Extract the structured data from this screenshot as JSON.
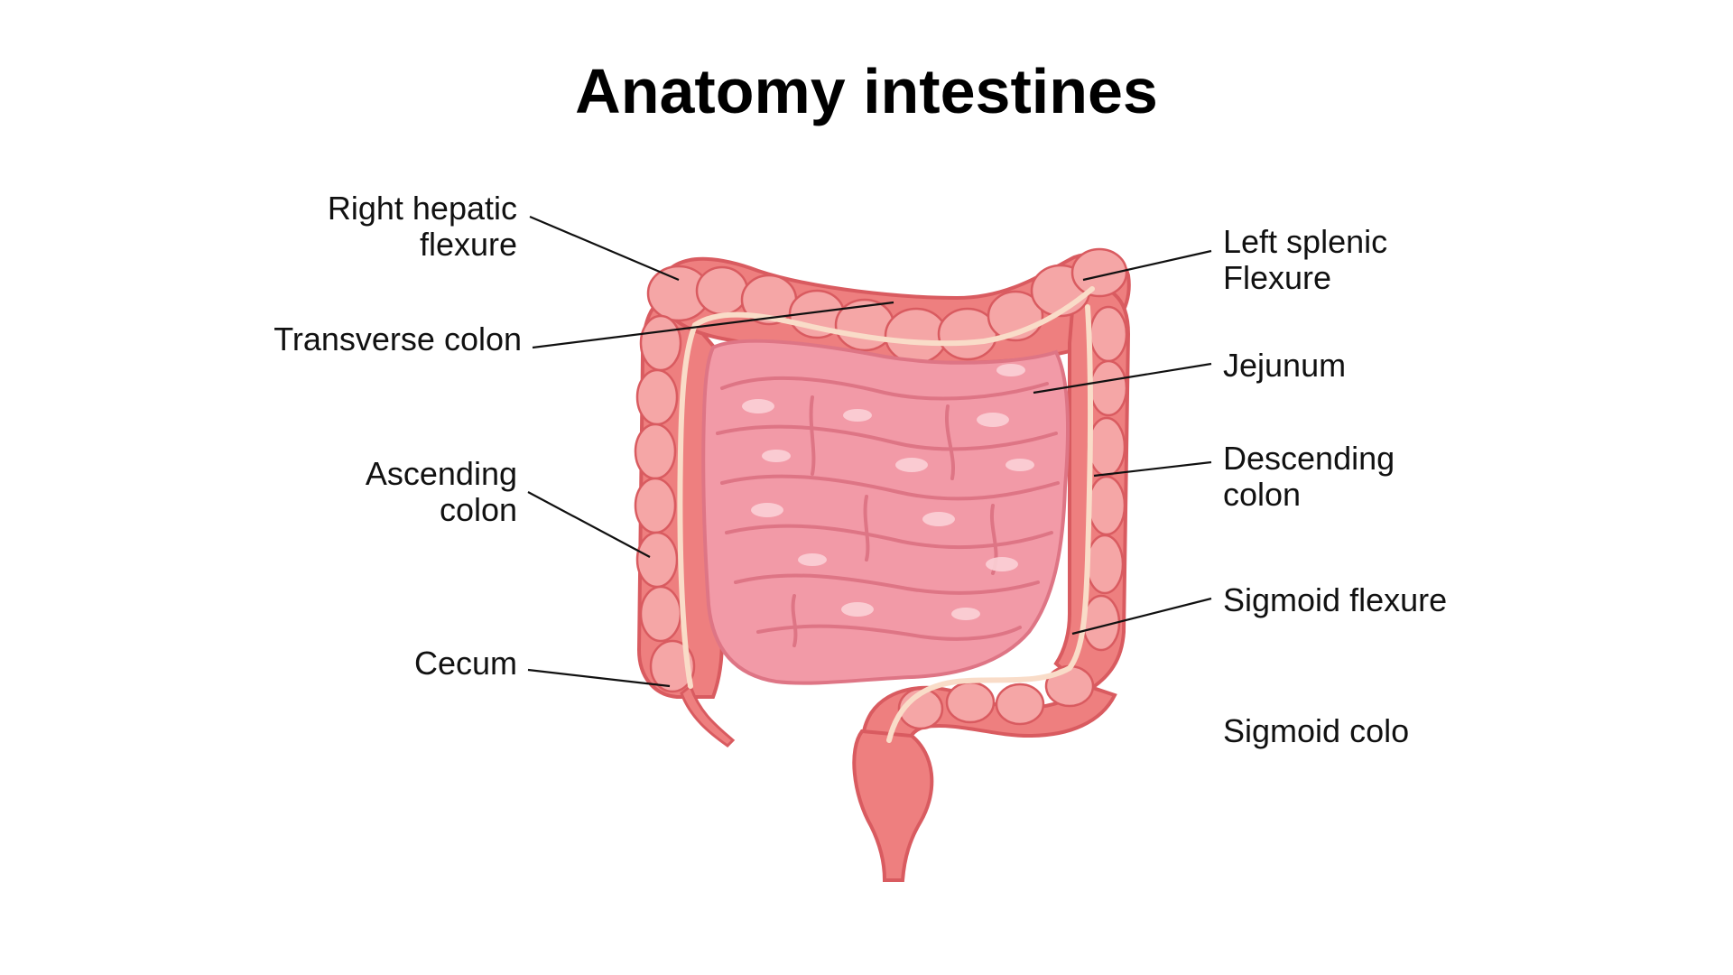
{
  "title": "Anatomy intestines",
  "colors": {
    "colon_fill": "#ee7f7f",
    "colon_dark": "#d95b60",
    "colon_light": "#f5a6a6",
    "colon_inner_line": "#f9dcc8",
    "small_intestine_fill": "#f29aa7",
    "small_intestine_dark": "#de7585",
    "small_intestine_highlight": "#fbd1d7",
    "label_color": "#111111",
    "background": "#ffffff"
  },
  "labels": {
    "right_hepatic_flexure": {
      "line1": "Right hepatic",
      "line2": "flexure"
    },
    "transverse_colon": {
      "line1": "Transverse colon"
    },
    "ascending_colon": {
      "line1": "Ascending",
      "line2": "colon"
    },
    "cecum": {
      "line1": "Cecum"
    },
    "left_splenic_flexure": {
      "line1": "Left splenic",
      "line2": "Flexure"
    },
    "jejunum": {
      "line1": "Jejunum"
    },
    "descending_colon": {
      "line1": "Descending",
      "line2": "colon"
    },
    "sigmoid_flexure": {
      "line1": "Sigmoid flexure"
    },
    "sigmoid_colon": {
      "line1": "Sigmoid colo"
    }
  }
}
